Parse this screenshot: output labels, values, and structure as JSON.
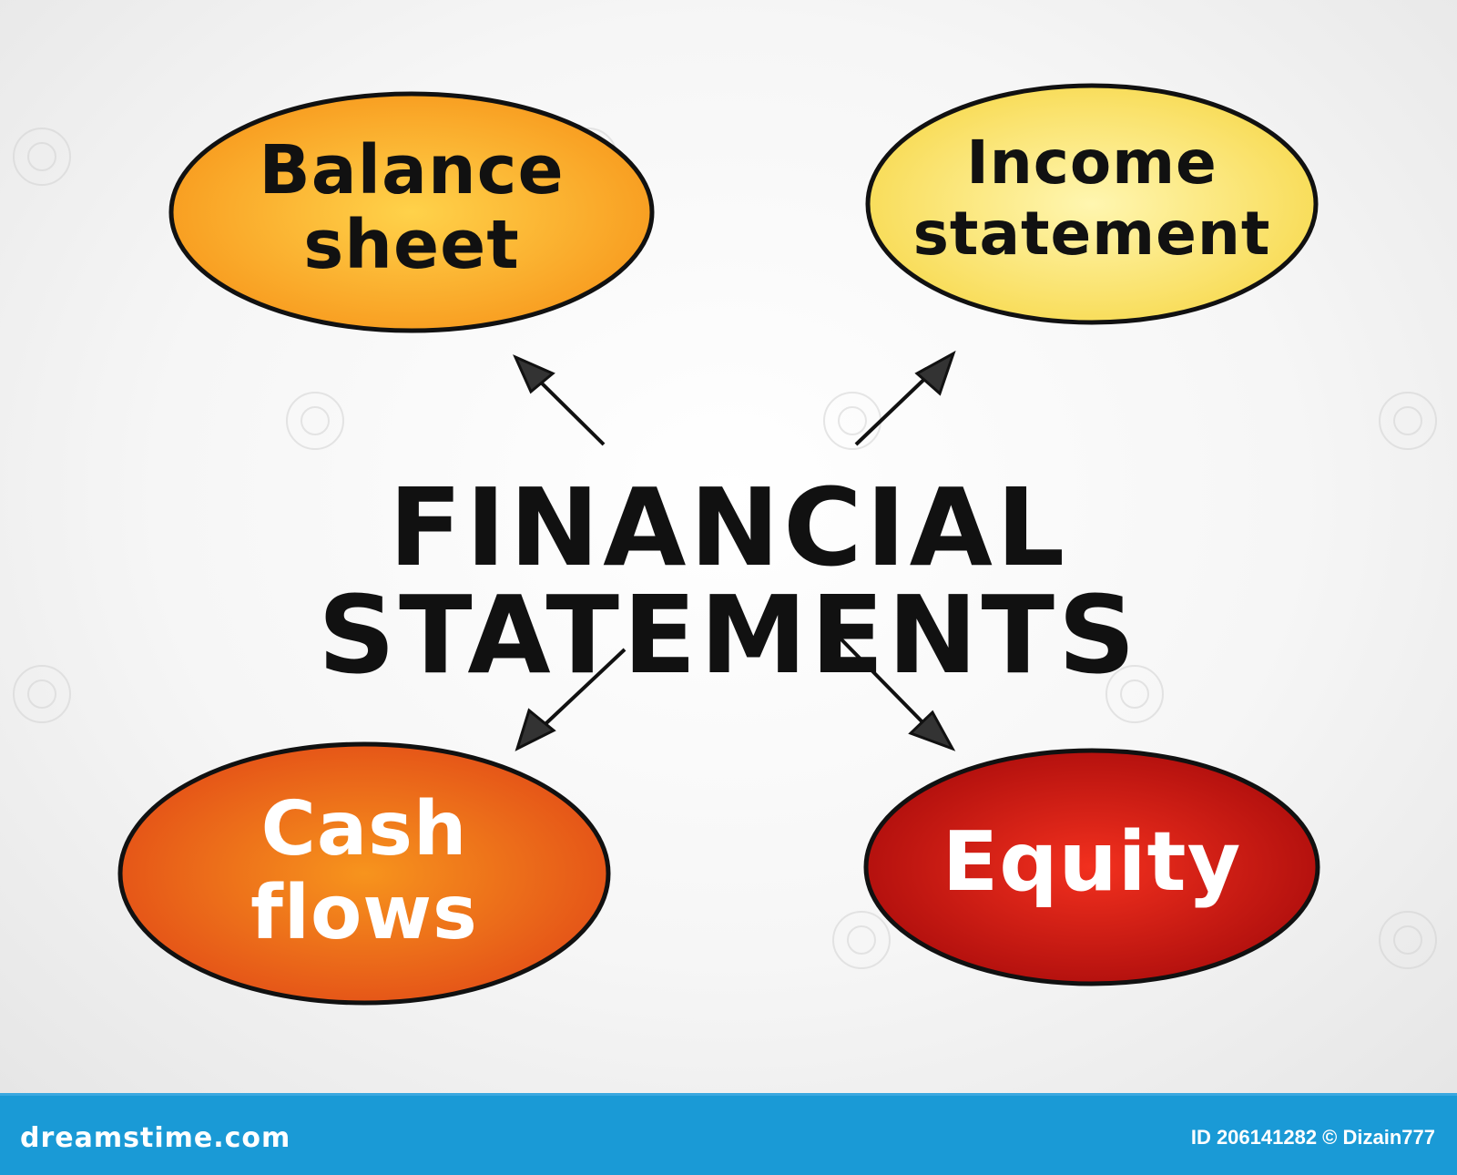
{
  "title": "FINANCIAL STATEMENTS",
  "nodes": {
    "balance_sheet": {
      "line1": "Balance",
      "line2": "sheet",
      "color": "#f7a21b"
    },
    "income_statement": {
      "line1": "Income",
      "line2": "statement",
      "color": "#f7e25a"
    },
    "cash_flows": {
      "line1": "Cash",
      "line2": "flows",
      "color": "#e8581b"
    },
    "equity": {
      "line1": "Equity",
      "color": "#c8100f"
    }
  },
  "footer": {
    "brand": "dreamstime.com",
    "credit": "ID 206141282 © Dizain777",
    "color": "#1a9ad6"
  }
}
